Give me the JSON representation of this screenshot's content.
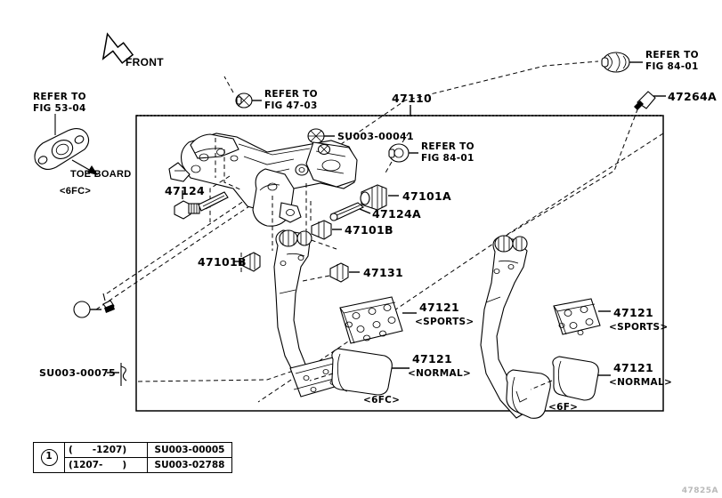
{
  "diagram": {
    "code": "47825A",
    "front_label": "FRONT"
  },
  "callouts": {
    "refer_53_04": {
      "line1": "REFER TO",
      "line2": "FIG 53-04"
    },
    "refer_47_03": {
      "line1": "REFER TO",
      "line2": "FIG 47-03"
    },
    "refer_84_01_in": {
      "line1": "REFER TO",
      "line2": "FIG 84-01"
    },
    "refer_84_01_out": {
      "line1": "REFER TO",
      "line2": "FIG 84-01"
    },
    "toe_board": "TOE BOARD",
    "toe_board_variant": "<6FC>"
  },
  "parts": [
    {
      "id": "bracket",
      "number": "47110"
    },
    {
      "id": "bolt",
      "number": "47124"
    },
    {
      "id": "bush_a",
      "number": "47101A"
    },
    {
      "id": "pin",
      "number": "47124A"
    },
    {
      "id": "bush_b_right",
      "number": "47101B"
    },
    {
      "id": "bush_b_left",
      "number": "47101B"
    },
    {
      "id": "stopper",
      "number": "47131"
    },
    {
      "id": "clip",
      "number": "47264A"
    },
    {
      "id": "pad_sports_left",
      "number": "47121",
      "variant": "<SPORTS>"
    },
    {
      "id": "pad_normal_left",
      "number": "47121",
      "variant": "<NORMAL>"
    },
    {
      "id": "pad_sports_right",
      "number": "47121",
      "variant": "<SPORTS>"
    },
    {
      "id": "pad_normal_right",
      "number": "47121",
      "variant": "<NORMAL>"
    },
    {
      "id": "nut_su",
      "number": "SU003-00041"
    },
    {
      "id": "pin_su",
      "number": "SU003-00075"
    }
  ],
  "variants": {
    "left_pedal": "<6FC>",
    "right_pedal": "<6F>"
  },
  "legend": {
    "marker": "1",
    "rows": [
      {
        "range": "(      -1207)",
        "part": "SU003-00005"
      },
      {
        "range": "(1207-      )",
        "part": "SU003-02788"
      }
    ]
  }
}
